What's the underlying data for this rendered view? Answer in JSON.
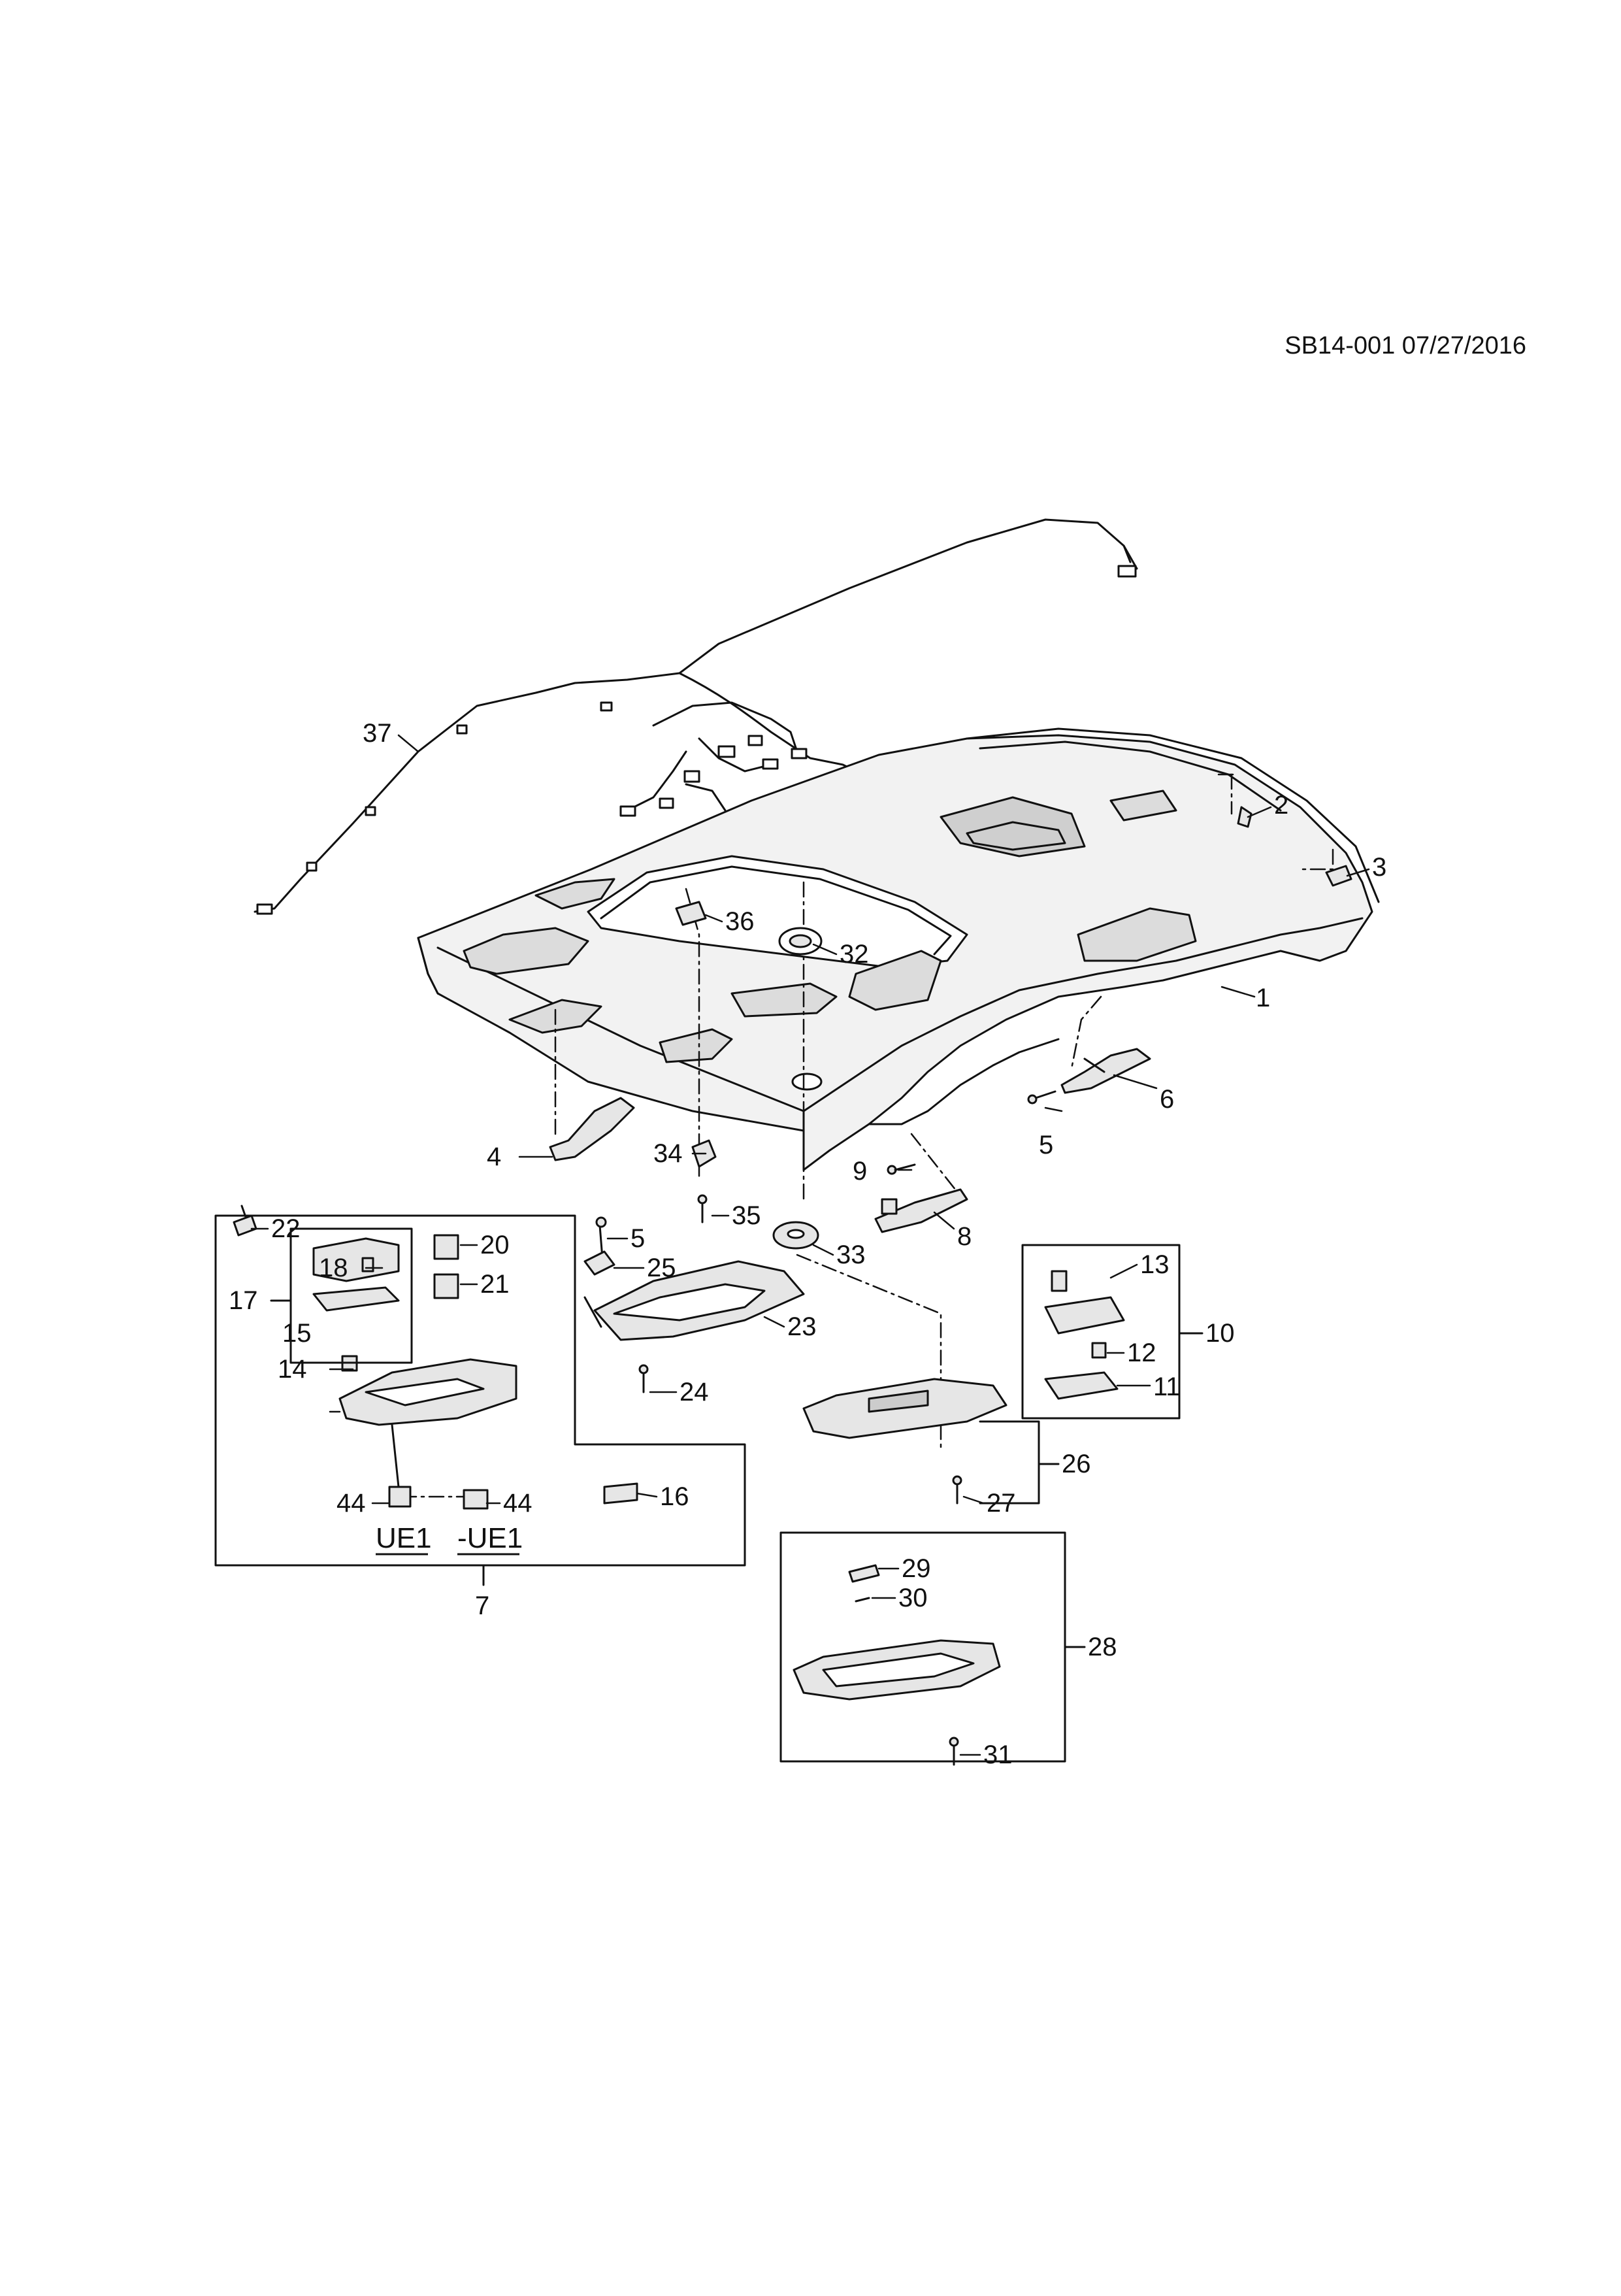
{
  "doc_id": "SB14-001 07/27/2016",
  "callouts": [
    "1",
    "2",
    "3",
    "4",
    "5",
    "6",
    "7",
    "8",
    "9",
    "10",
    "11",
    "12",
    "13",
    "14",
    "15",
    "16",
    "17",
    "18",
    "20",
    "21",
    "22",
    "23",
    "24",
    "25",
    "26",
    "27",
    "28",
    "29",
    "30",
    "31",
    "32",
    "33",
    "34",
    "35",
    "36",
    "37",
    "44"
  ],
  "option_codes": [
    "UE1",
    "-UE1"
  ],
  "colors": {
    "line": "#111111",
    "part_fill": "#e6e6e6",
    "part_shadow": "#bdbdbd",
    "background": "#ffffff"
  }
}
